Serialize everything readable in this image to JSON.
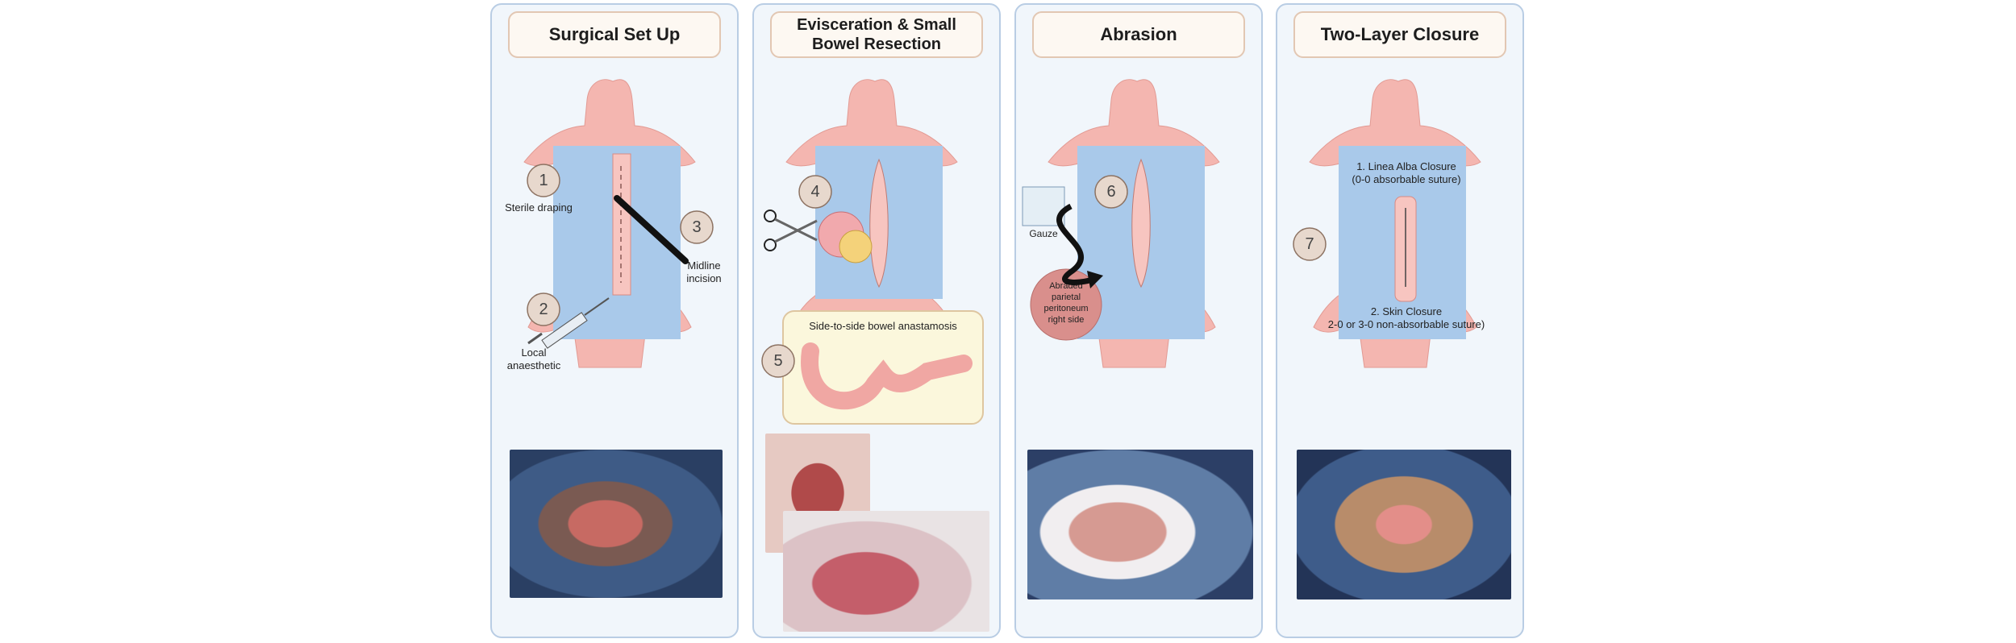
{
  "panels": [
    {
      "title": "Surgical Set Up",
      "steps": [
        {
          "num": "1",
          "label": "Sterile draping"
        },
        {
          "num": "2",
          "label_lines": [
            "Local",
            "anaesthetic"
          ]
        },
        {
          "num": "3",
          "label_lines": [
            "Midline",
            "incision"
          ]
        }
      ]
    },
    {
      "title_lines": [
        "Evisceration & Small",
        "Bowel Resection"
      ],
      "steps": [
        {
          "num": "4"
        },
        {
          "num": "5",
          "label": "Side-to-side bowel anastamosis"
        }
      ]
    },
    {
      "title": "Abrasion",
      "steps": [
        {
          "num": "6"
        }
      ],
      "gauze_label": "Gauze",
      "abraded_label_lines": [
        "Abraded",
        "parietal",
        "peritoneum",
        "right side"
      ]
    },
    {
      "title": "Two-Layer Closure",
      "steps": [
        {
          "num": "7"
        }
      ],
      "closure_1": [
        "1.  Linea Alba Closure",
        "(0-0 absorbable suture)"
      ],
      "closure_2": [
        "2.  Skin Closure",
        "2-0 or 3-0 non-absorbable suture)"
      ]
    }
  ],
  "colors": {
    "panel_bg": "#f1f6fb",
    "panel_border": "#b9cde4",
    "title_bg": "#fdf8f2",
    "drape": "#a9c9ea",
    "pig": "#f4b6b0",
    "badge": "#e7d8cd"
  }
}
